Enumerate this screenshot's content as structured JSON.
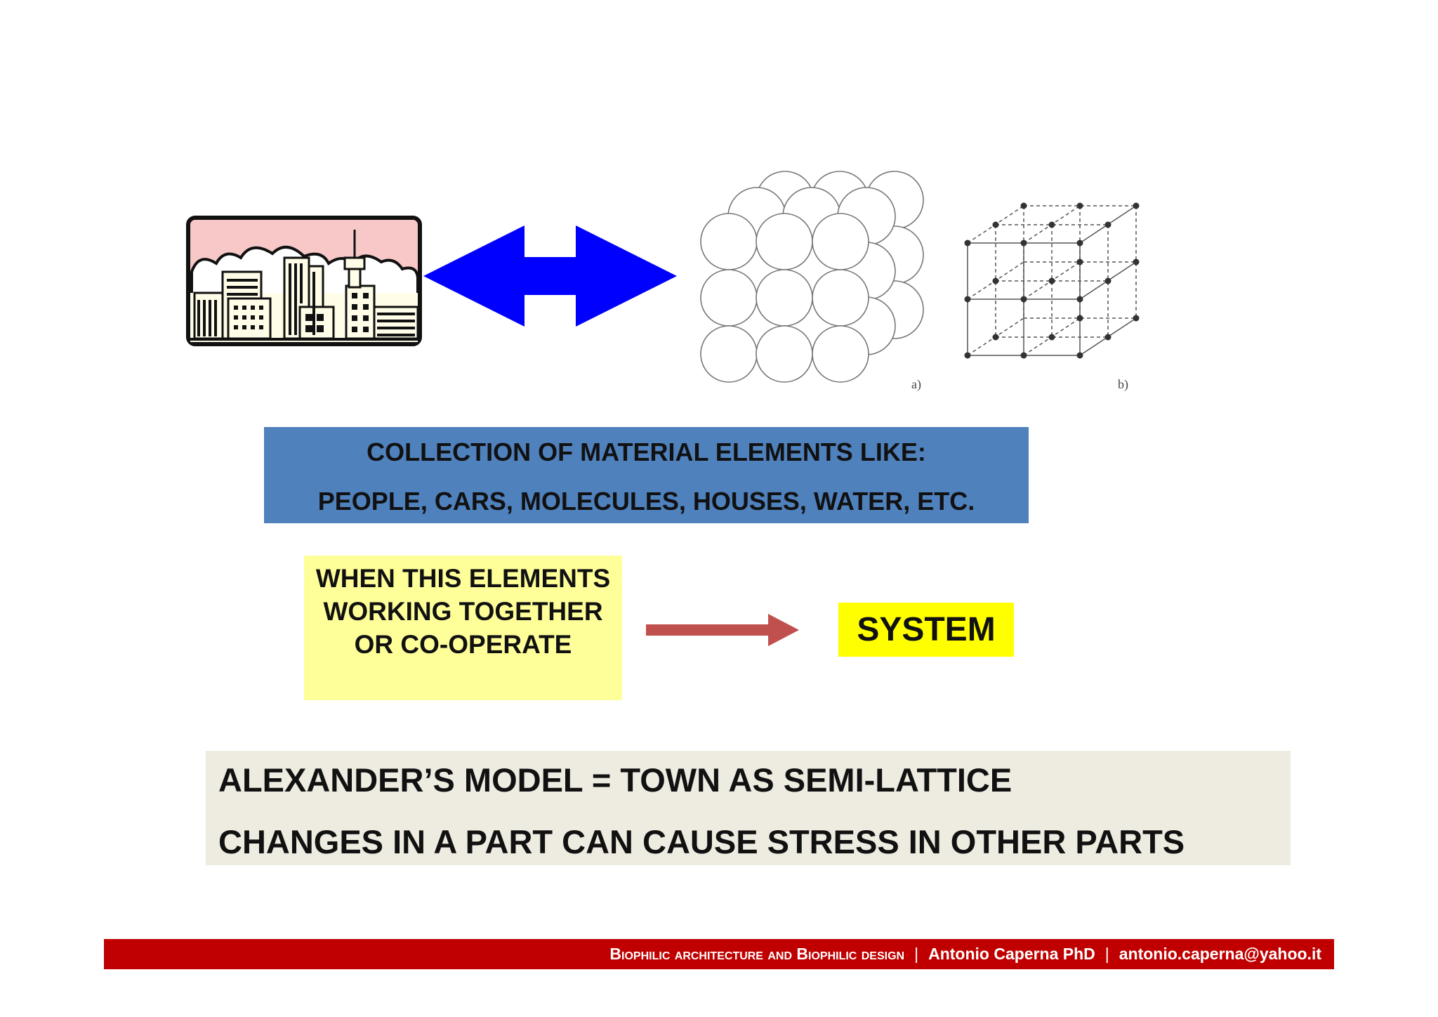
{
  "figure": {
    "icons": [
      "city-skyline-icon",
      "double-arrow-icon",
      "right-arrow-icon"
    ],
    "colors": {
      "double_arrow": "#0000ff",
      "collection_box": "#4f81bd",
      "condition_box": "#ffff99",
      "system_box": "#ffff00",
      "red_arrow": "#c0504d",
      "alexander_box": "#eeebe1",
      "footer": "#c00000",
      "city_sky": "#f8c8c8"
    },
    "labels": {
      "panel_a": "a)",
      "panel_b": "b)"
    }
  },
  "collection": {
    "line1": "COLLECTION OF MATERIAL ELEMENTS LIKE:",
    "line2": "PEOPLE, CARS, MOLECULES, HOUSES, WATER, ETC."
  },
  "condition": {
    "text": "WHEN THIS ELEMENTS WORKING TOGETHER OR CO-OPERATE"
  },
  "system": {
    "label": "SYSTEM"
  },
  "alexander": {
    "line1": "ALEXANDER’S MODEL =  TOWN AS SEMI-LATTICE",
    "line2": "CHANGES IN A PART CAN CAUSE STRESS IN OTHER PARTS"
  },
  "footer": {
    "course": "Biophilic architecture and Biophilic design",
    "author": "Antonio Caperna PhD",
    "email": "antonio.caperna@yahoo.it",
    "separator": "|"
  }
}
